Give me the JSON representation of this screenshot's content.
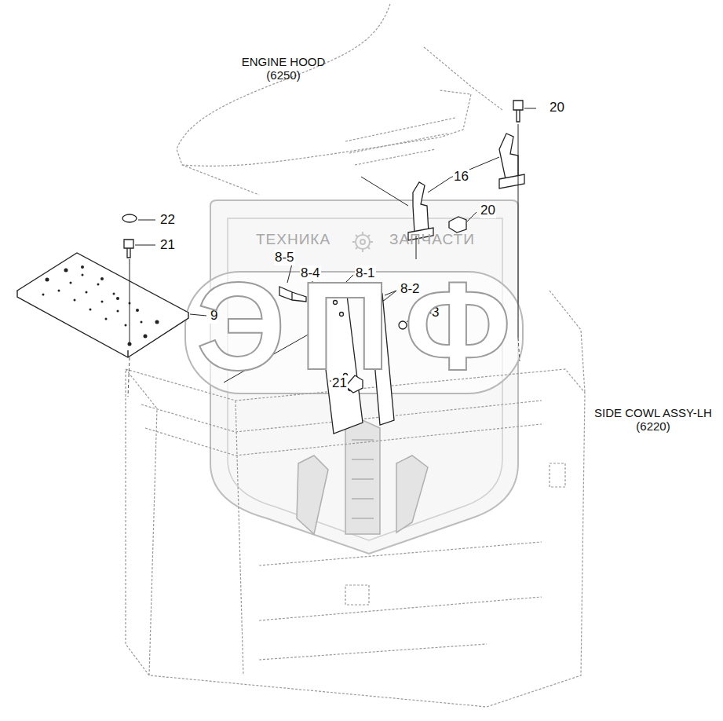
{
  "diagram": {
    "labels": [
      "ENGINE HOOD (6250)",
      "20",
      "16",
      "20",
      "22",
      "21",
      "ТЕХНИКА",
      "ЗАПЧАСТИ",
      "8-5",
      "8-4",
      "8-1",
      "8-2",
      "8-3",
      "9",
      "ЭПФ",
      "21",
      "SIDE COWL ASSY-LH (6220)"
    ]
  }
}
